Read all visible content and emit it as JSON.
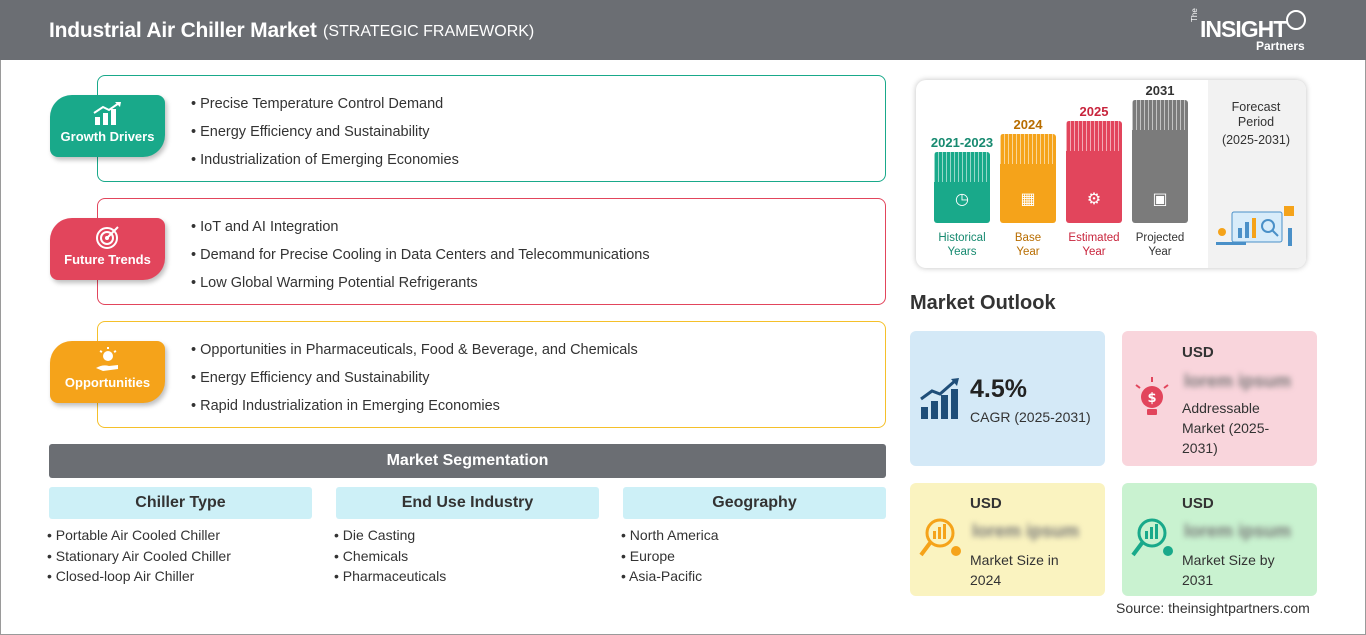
{
  "header": {
    "title": "Industrial Air Chiller Market",
    "subtitle": "(STRATEGIC FRAMEWORK)",
    "logo": {
      "the": "The",
      "insight": "INSIGHT",
      "partners": "Partners"
    }
  },
  "framework": [
    {
      "label": "Growth Drivers",
      "color": "#19a98a",
      "icon": "growth-chart-icon",
      "items": [
        "Precise Temperature Control Demand",
        "Energy Efficiency and Sustainability",
        "Industrialization of Emerging Economies"
      ]
    },
    {
      "label": "Future Trends",
      "color": "#e2455c",
      "icon": "target-icon",
      "items": [
        "IoT and AI Integration",
        "Demand for Precise Cooling in Data Centers and Telecommunications",
        "Low Global Warming Potential Refrigerants"
      ]
    },
    {
      "label": "Opportunities",
      "color": "#f5a31a",
      "icon": "lightbulb-hand-icon",
      "items": [
        "Opportunities in Pharmaceuticals, Food & Beverage, and Chemicals",
        "Energy Efficiency and Sustainability",
        "Rapid Industrialization in Emerging Economies"
      ]
    }
  ],
  "segmentation": {
    "title": "Market Segmentation",
    "columns": [
      {
        "head": "Chiller Type",
        "items": [
          "Portable Air Cooled Chiller",
          "Stationary Air Cooled Chiller",
          "Closed-loop Air Chiller"
        ]
      },
      {
        "head": "End Use Industry",
        "items": [
          "Die Casting",
          "Chemicals",
          "Pharmaceuticals"
        ]
      },
      {
        "head": "Geography",
        "items": [
          "North America",
          "Europe",
          "Asia-Pacific"
        ]
      }
    ]
  },
  "timeline": {
    "bars": [
      {
        "year": "2021-2023",
        "caption_1": "Historical",
        "caption_2": "Years",
        "color": "#19a98a",
        "level": 0.58,
        "icon": "history-clock-icon"
      },
      {
        "year": "2024",
        "caption_1": "Base",
        "caption_2": "Year",
        "color": "#f5a31a",
        "level": 0.72,
        "icon": "calendar-icon"
      },
      {
        "year": "2025",
        "caption_1": "Estimated",
        "caption_2": "Year",
        "color": "#e2455c",
        "level": 0.83,
        "icon": "gears-icon"
      },
      {
        "year": "2031",
        "caption_1": "Projected",
        "caption_2": "Year",
        "color": "#7b7b7b",
        "level": 1.0,
        "icon": "presentation-icon"
      }
    ],
    "forecast_label_1": "Forecast",
    "forecast_label_2": "Period",
    "forecast_range": "(2025-2031)"
  },
  "outlook": {
    "title": "Market Outlook",
    "cagr": {
      "value": "4.5%",
      "label": "CAGR (2025-2031)",
      "color": "#d4e9f7",
      "icon": "bar-growth-icon"
    },
    "addressable": {
      "usd": "USD",
      "value": "lorem ipsum",
      "label": "Addressable Market (2025-2031)",
      "color": "#f9d5dc",
      "icon": "dollar-bulb-icon"
    },
    "size_2024": {
      "usd": "USD",
      "value": "lorem ipsum",
      "label": "Market Size in 2024",
      "color": "#faf3c0",
      "icon": "magnifier-chart-icon"
    },
    "size_2031": {
      "usd": "USD",
      "value": "lorem ipsum",
      "label": "Market Size by 2031",
      "color": "#c9f2d0",
      "icon": "magnifier-chart-icon"
    }
  },
  "source": "Source: theinsightpartners.com"
}
